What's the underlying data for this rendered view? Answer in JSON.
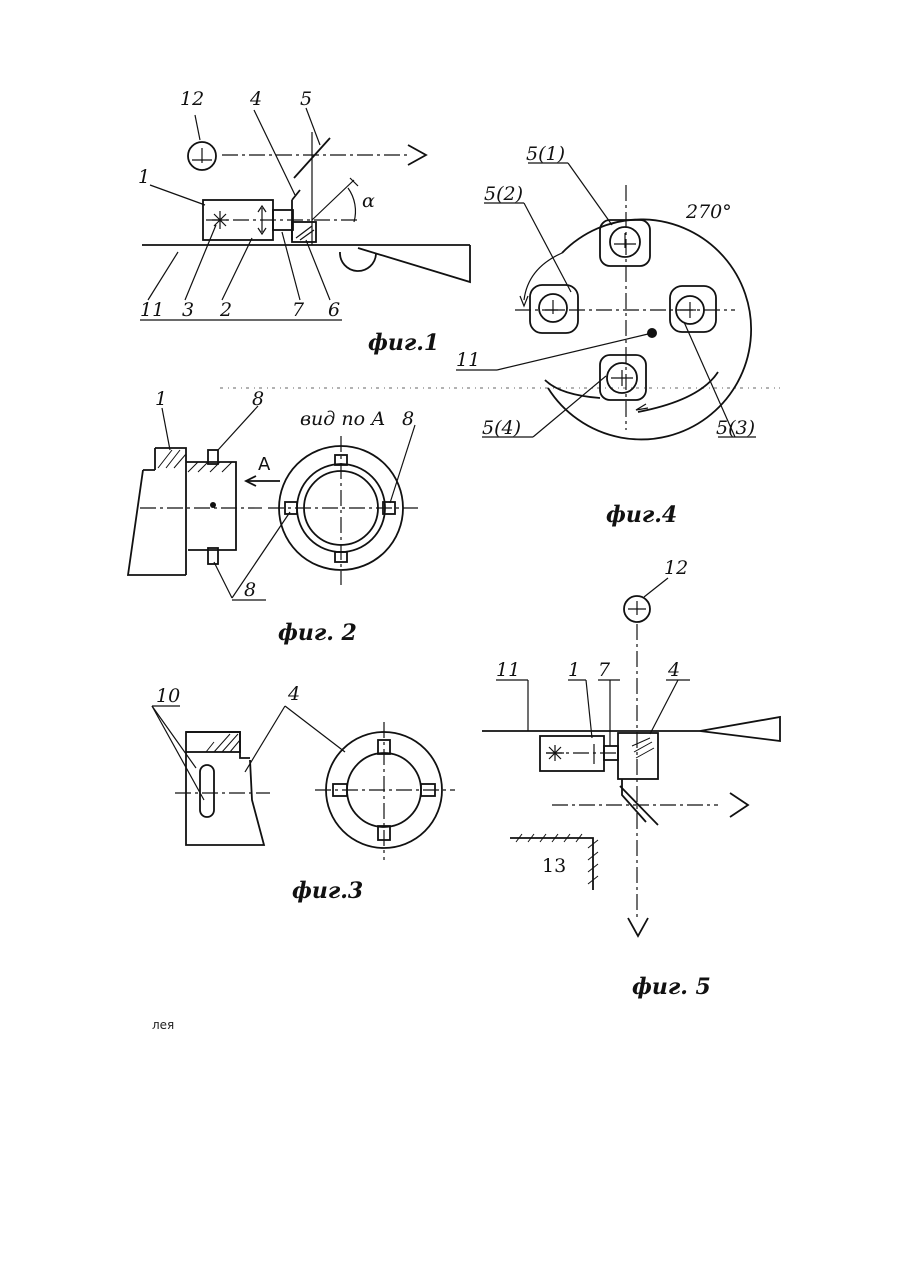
{
  "fig1": {
    "caption": "фиг.1",
    "labels": {
      "l12": "12",
      "l4": "4",
      "l5": "5",
      "l1": "1",
      "alpha": "α",
      "l11": "11",
      "l3": "3",
      "l2": "2",
      "l7": "7",
      "l6": "6"
    }
  },
  "fig2": {
    "caption": "фиг. 2",
    "view_title": "вид по А",
    "labels": {
      "l1": "1",
      "l8a": "8",
      "arrowA": "А",
      "l8b": "8",
      "l8c": "8"
    }
  },
  "fig3": {
    "caption": "фиг.3",
    "labels": {
      "l10": "10",
      "l4": "4"
    }
  },
  "fig4": {
    "caption": "фиг.4",
    "labels": {
      "p1": "5(1)",
      "p2": "5(2)",
      "angle": "270°",
      "l11": "11",
      "p4": "5(4)",
      "p3": "5(3)"
    }
  },
  "fig5": {
    "caption": "фиг. 5",
    "labels": {
      "l12": "12",
      "l11": "11",
      "l1": "1",
      "l7": "7",
      "l4": "4",
      "l13": "13"
    }
  },
  "footer": {
    "text": "лея"
  }
}
